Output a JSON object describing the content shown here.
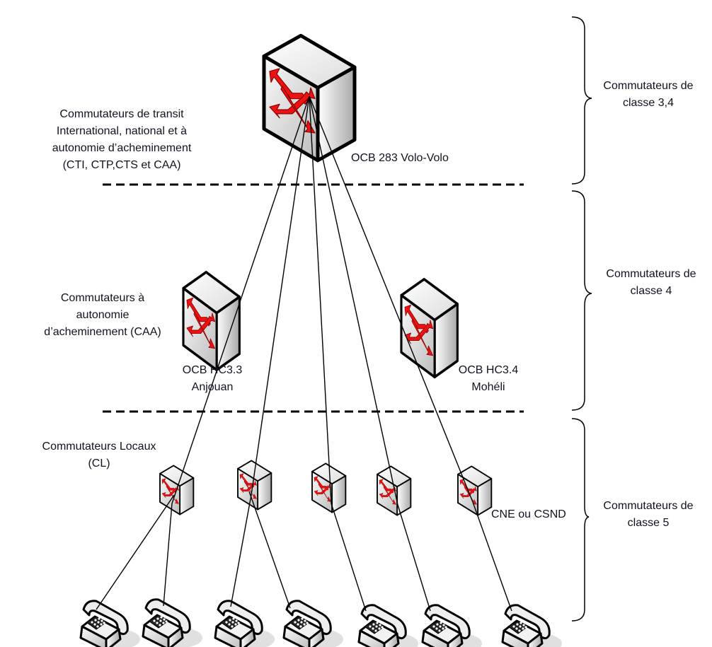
{
  "title": "Hiérarchie des commutateurs",
  "colors": {
    "text": "#111122",
    "outline": "#000000",
    "arrow": "#ee1111",
    "face_light": "#f4f4f4",
    "face_dark": "#b8b8b8",
    "shadow": "#dddddd"
  },
  "levels": [
    {
      "id": "class34",
      "brace_label": [
        "Commutateurs de",
        "classe 3,4"
      ]
    },
    {
      "id": "class4",
      "brace_label": [
        "Commutateurs de",
        "classe 4"
      ]
    },
    {
      "id": "class5",
      "brace_label": [
        "Commutateurs de",
        "classe 5"
      ]
    }
  ],
  "left_labels": {
    "transit": [
      "Commutateurs de transit",
      "International, national et à",
      "autonomie d’acheminement",
      "(CTI, CTP,CTS et CAA)"
    ],
    "caa": [
      "Commutateurs à",
      "autonomie",
      "d’acheminement (CAA)"
    ],
    "local": [
      "Commutateurs Locaux",
      "(CL)"
    ]
  },
  "nodes": {
    "top_switch": {
      "icon": "switch-icon",
      "label": [
        "OCB 283 Volo-Volo"
      ]
    },
    "anjouan": {
      "icon": "switch-icon",
      "label": [
        "OCB HC3.3",
        "Anjouan"
      ]
    },
    "moheli": {
      "icon": "switch-icon",
      "label": [
        "OCB HC3.4",
        "Mohéli"
      ]
    },
    "local_switches": [
      {
        "icon": "switch-icon",
        "label": []
      },
      {
        "icon": "switch-icon",
        "label": []
      },
      {
        "icon": "switch-icon",
        "label": []
      },
      {
        "icon": "switch-icon",
        "label": []
      },
      {
        "icon": "switch-icon",
        "label": [
          "CNE ou CSND"
        ]
      }
    ],
    "phones": [
      {
        "icon": "telephone-icon"
      },
      {
        "icon": "telephone-icon"
      },
      {
        "icon": "telephone-icon"
      },
      {
        "icon": "telephone-icon"
      },
      {
        "icon": "telephone-icon"
      },
      {
        "icon": "telephone-icon"
      },
      {
        "icon": "telephone-icon"
      }
    ]
  },
  "links": [
    {
      "from": "top_switch",
      "to": "local_switch_1"
    },
    {
      "from": "top_switch",
      "to": "local_switch_2"
    },
    {
      "from": "top_switch",
      "to": "local_switch_3"
    },
    {
      "from": "top_switch",
      "to": "local_switch_4"
    },
    {
      "from": "top_switch",
      "to": "local_switch_5"
    },
    {
      "from": "local_switch_1",
      "to": "phone_1"
    },
    {
      "from": "local_switch_1",
      "to": "phone_2"
    },
    {
      "from": "local_switch_2",
      "to": "phone_3"
    },
    {
      "from": "local_switch_2",
      "to": "phone_4"
    },
    {
      "from": "local_switch_3",
      "to": "phone_5"
    },
    {
      "from": "local_switch_4",
      "to": "phone_6"
    },
    {
      "from": "local_switch_5",
      "to": "phone_7"
    }
  ]
}
